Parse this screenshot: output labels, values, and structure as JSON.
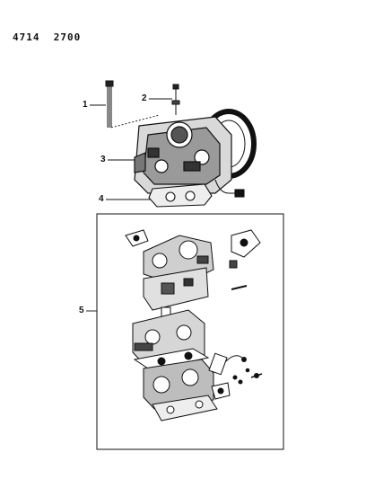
{
  "header": {
    "doc_code": "4714  2700"
  },
  "callouts": [
    {
      "id": "1",
      "label": "1"
    },
    {
      "id": "2",
      "label": "2"
    },
    {
      "id": "3",
      "label": "3"
    },
    {
      "id": "4",
      "label": "4"
    },
    {
      "id": "5",
      "label": "5"
    }
  ]
}
